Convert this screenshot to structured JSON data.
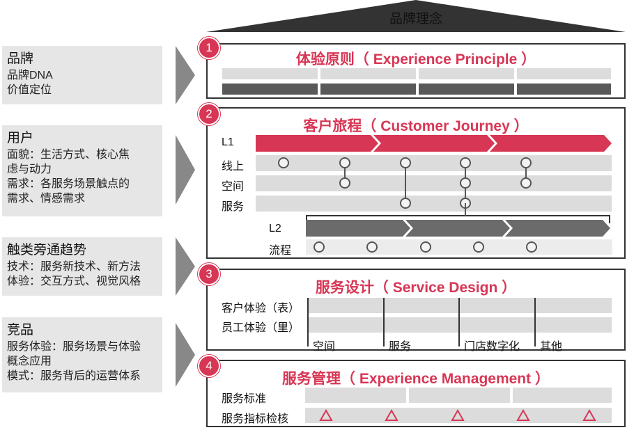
{
  "roof_title": "品牌理念",
  "left_cards": [
    {
      "title": "品牌",
      "lines": [
        "品牌DNA",
        "价值定位"
      ]
    },
    {
      "title": "用户",
      "lines": [
        "面貌：生活方式、核心焦",
        "虑与动力",
        "需求：各服务场景触点的",
        "需求、情感需求"
      ]
    },
    {
      "title": "触类旁通趋势",
      "lines": [
        "技术：服务新技术、新方法",
        "体验：交互方式、视觉风格"
      ]
    },
    {
      "title": "竞品",
      "lines": [
        "服务体验：服务场景与体验",
        "概念应用",
        "模式：服务背后的运营体系"
      ]
    }
  ],
  "sections": {
    "s1": {
      "num": "1",
      "title": "体验原则（ Experience Principle ）"
    },
    "s2": {
      "num": "2",
      "title": "客户旅程（ Customer Journey ）",
      "l1": "L1",
      "rows": [
        "线上",
        "空间",
        "服务"
      ],
      "l2": "L2",
      "flow": "流程"
    },
    "s3": {
      "num": "3",
      "title": "服务设计（ Service Design ）",
      "rows": [
        "客户体验（表）",
        "员工体验（里）"
      ],
      "columns": [
        "空间",
        "服务",
        "门店数字化",
        "其他"
      ]
    },
    "s4": {
      "num": "4",
      "title": "服务管理（ Experience Management ）",
      "rows": [
        "服务标准",
        "服务指标检核"
      ]
    }
  },
  "colors": {
    "accent": "#d83655",
    "dark_bar": "#595959",
    "light_bar": "#dcdcdc",
    "card_bg": "#e6e6e6"
  }
}
